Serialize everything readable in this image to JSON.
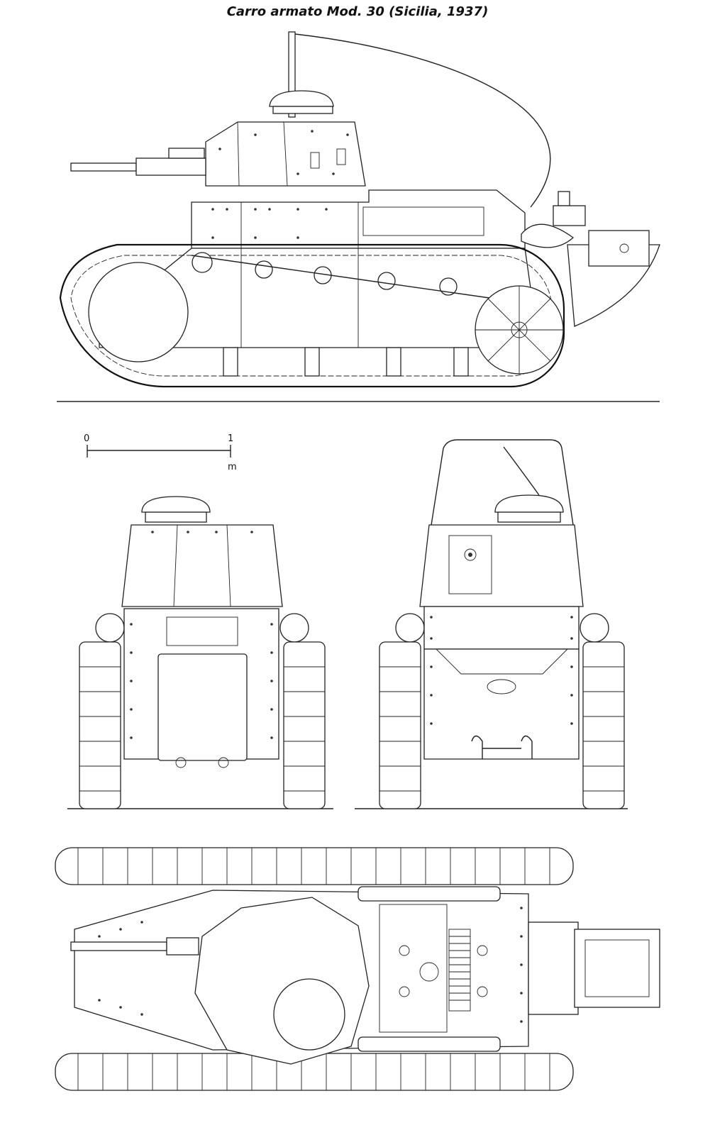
{
  "title": "Carro armato Mod. 30 (Sicilia, 1937)",
  "scale_bar": {
    "start_label": "0",
    "end_label": "1",
    "unit": "m"
  },
  "views": [
    "side-view",
    "front-view",
    "rear-view",
    "top-view"
  ],
  "colors": {
    "ink": "#222222",
    "paper": "#ffffff"
  }
}
